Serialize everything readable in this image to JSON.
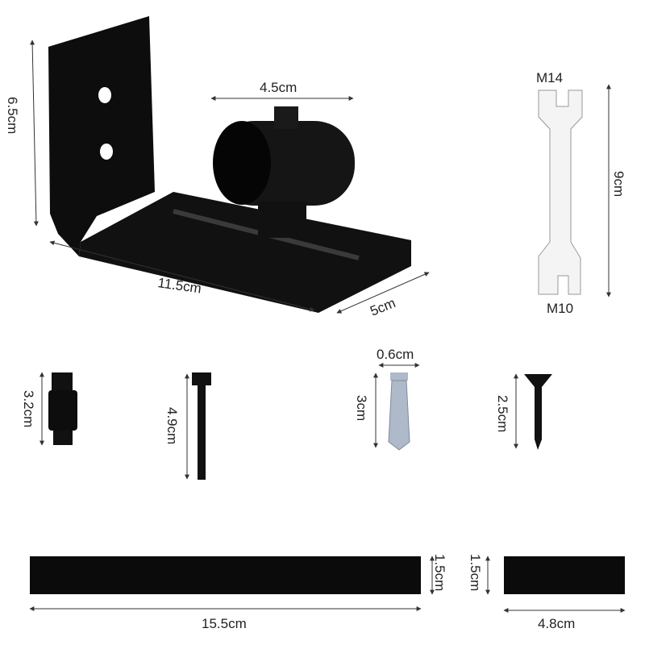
{
  "colors": {
    "product": "#0d0d0d",
    "wrench": "#f4f4f4",
    "anchor": "#aeb9c9",
    "background": "#ffffff"
  },
  "main_item": {
    "name": "floor-guide-bracket",
    "height_label": "6.5cm",
    "wheel_label": "4.5cm",
    "length_label": "11.5cm",
    "width_label": "5cm"
  },
  "wrench": {
    "top_label": "M14",
    "bottom_label": "M10",
    "length_label": "9cm"
  },
  "parts": [
    {
      "name": "spacer-nut",
      "label": "3.2cm"
    },
    {
      "name": "bolt",
      "label": "4.9cm"
    },
    {
      "name": "wall-anchor",
      "label": "3cm",
      "width_label": "0.6cm"
    },
    {
      "name": "wood-screw",
      "label": "2.5cm"
    }
  ],
  "strips": [
    {
      "name": "felt-strip-long",
      "length_label": "15.5cm",
      "height_label": "1.5cm"
    },
    {
      "name": "felt-strip-short",
      "length_label": "4.8cm",
      "height_label": "1.5cm"
    }
  ]
}
